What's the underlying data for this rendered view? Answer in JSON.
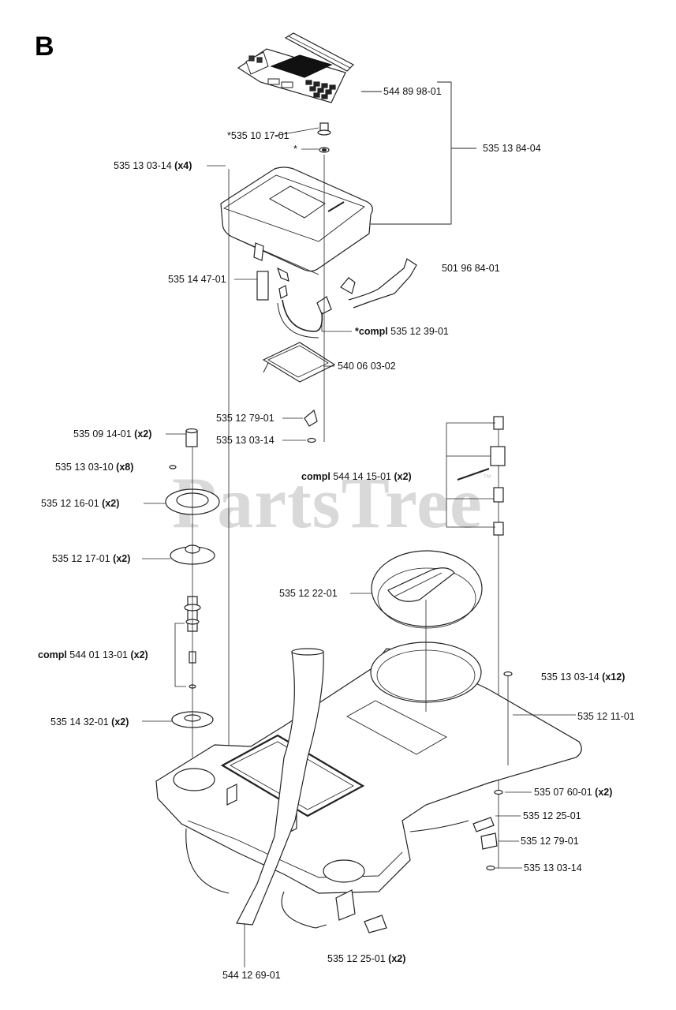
{
  "section_letter": "B",
  "watermark": "PartsTree",
  "watermark_tm": "™",
  "labels": [
    {
      "id": "lbl-54489898-01",
      "text": "544 89 98-01",
      "qty": ""
    },
    {
      "id": "lbl-53510171-01",
      "text": "*535 10 17-01",
      "qty": ""
    },
    {
      "id": "lbl-star",
      "text": "*",
      "qty": ""
    },
    {
      "id": "lbl-53513841-04",
      "text": "535 13 84-04",
      "qty": ""
    },
    {
      "id": "lbl-53513031-14-x4",
      "text": "535 13 03-14",
      "qty": "(x4)"
    },
    {
      "id": "lbl-50196841-01",
      "text": "501 96 84-01",
      "qty": ""
    },
    {
      "id": "lbl-53514471-01",
      "text": "535 14 47-01",
      "qty": ""
    },
    {
      "id": "lbl-compl-53512391-01",
      "prefix": "*compl",
      "text": "535 12 39-01",
      "qty": ""
    },
    {
      "id": "lbl-54006031-02",
      "text": "540 06 03-02",
      "qty": ""
    },
    {
      "id": "lbl-53512791-01-a",
      "text": "535 12 79-01",
      "qty": ""
    },
    {
      "id": "lbl-53513031-14-a",
      "text": "535 13 03-14",
      "qty": ""
    },
    {
      "id": "lbl-53509141-01",
      "text": "535 09 14-01",
      "qty": "(x2)"
    },
    {
      "id": "lbl-53513031-10",
      "text": "535 13 03-10",
      "qty": "(x8)"
    },
    {
      "id": "lbl-compl-54414151-01",
      "prefix": "compl",
      "text": "544 14 15-01",
      "qty": "(x2)"
    },
    {
      "id": "lbl-53512161-01",
      "text": "535 12 16-01",
      "qty": "(x2)"
    },
    {
      "id": "lbl-53512171-01",
      "text": "535 12 17-01",
      "qty": "(x2)"
    },
    {
      "id": "lbl-53512221-01",
      "text": "535 12 22-01",
      "qty": ""
    },
    {
      "id": "lbl-compl-54401131-01",
      "prefix": "compl",
      "text": "544 01 13-01",
      "qty": "(x2)"
    },
    {
      "id": "lbl-53513031-14-x12",
      "text": "535 13 03-14",
      "qty": "(x12)"
    },
    {
      "id": "lbl-53514321-01",
      "text": "535 14 32-01",
      "qty": "(x2)"
    },
    {
      "id": "lbl-53512111-01",
      "text": "535 12 11-01",
      "qty": ""
    },
    {
      "id": "lbl-53507601-01",
      "text": "535 07 60-01",
      "qty": "(x2)"
    },
    {
      "id": "lbl-53512251-01",
      "text": "535 12 25-01",
      "qty": ""
    },
    {
      "id": "lbl-53512791-01-b",
      "text": "535 12 79-01",
      "qty": ""
    },
    {
      "id": "lbl-53513031-14-b",
      "text": "535 13 03-14",
      "qty": ""
    },
    {
      "id": "lbl-53512251-01-x2",
      "text": "535 12 25-01",
      "qty": "(x2)"
    },
    {
      "id": "lbl-54412691-01",
      "text": "544 12 69-01",
      "qty": ""
    }
  ]
}
